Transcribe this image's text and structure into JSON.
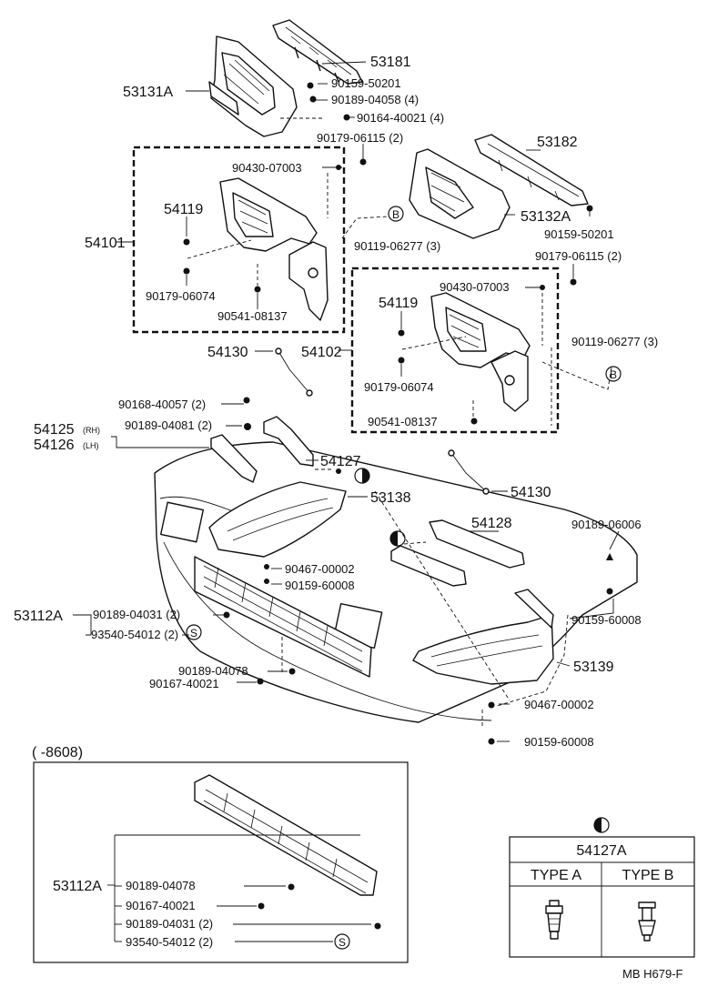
{
  "labels": {
    "p53181": "53181",
    "p53131A": "53131A",
    "p90159_50201_a": "90159-50201",
    "p90189_04058": "90189-04058 (4)",
    "p90164_40021": "90164-40021 (4)",
    "p90179_06115_a": "90179-06115 (2)",
    "p90430_07003_a": "90430-07003",
    "p54119_a": "54119",
    "p54101": "54101",
    "p90179_06074_a": "90179-06074",
    "p90541_08137_a": "90541-08137",
    "p54130_a": "54130",
    "p53182": "53182",
    "p53132A": "53132A",
    "p90159_50201_b": "90159-50201",
    "p90119_06277_a": "90119-06277 (3)",
    "p90179_06115_b": "90179-06115 (2)",
    "p90430_07003_b": "90430-07003",
    "p54119_b": "54119",
    "p54102": "54102",
    "p90179_06074_b": "90179-06074",
    "p90119_06277_b": "90119-06277 (3)",
    "p90541_08137_b": "90541-08137",
    "p90168_40057": "90168-40057 (2)",
    "p54125": "54125",
    "p54125_side": "(RH)",
    "p90189_04081": "90189-04081 (2)",
    "p54126": "54126",
    "p54126_side": "(LH)",
    "p54127": "54127",
    "p53138": "53138",
    "p54130_b": "54130",
    "p54128": "54128",
    "p90189_06006": "90189-06006",
    "p90467_00002_a": "90467-00002",
    "p90159_60008_a": "90159-60008",
    "p53112A": "53112A",
    "p90189_04031": "90189-04031 (2)",
    "p93540_54012": "93540-54012 (2)",
    "p90159_60008_b": "90159-60008",
    "p53139": "53139",
    "p90189_04078": "90189-04078",
    "p90167_40021": "90167-40021",
    "p90467_00002_b": "90467-00002",
    "p90159_60008_c": "90159-60008"
  },
  "markers": {
    "B": "B",
    "S": "S"
  },
  "inset": {
    "range": "(       -8608)",
    "p53112A": "53112A",
    "p90189_04078": "90189-04078",
    "p90167_40021": "90167-40021",
    "p90189_04031": "90189-04031 (2)",
    "p93540_54012": "93540-54012 (2)"
  },
  "type_table": {
    "title": "54127A",
    "col_a": "TYPE  A",
    "col_b": "TYPE  B"
  },
  "footer": {
    "code": "MB  H679-F"
  }
}
